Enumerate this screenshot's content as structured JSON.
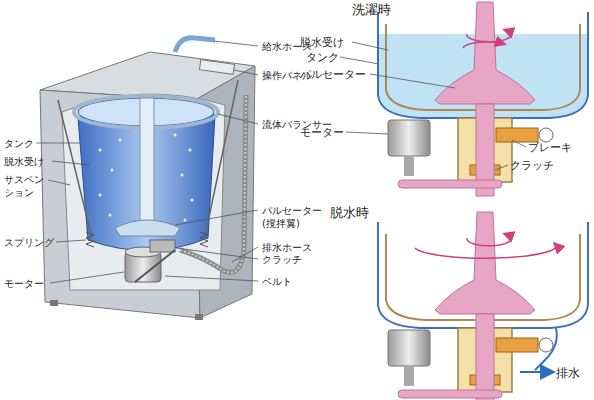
{
  "diagram": {
    "labels": [
      "給水ホース",
      "操作パネル",
      "流体バランサー",
      "タンク",
      "脱水受け",
      "サスペン ション",
      "スプリング",
      "モーター",
      "パルセーター (撹拌翼)",
      "排水ホース",
      "クラッチ",
      "ベルト",
      "洗濯時",
      "脱水受け",
      "タンク",
      "パルセーター",
      "モーター",
      "ブレーキ",
      "クラッチ",
      "脱水時",
      "排水"
    ]
  }
}
